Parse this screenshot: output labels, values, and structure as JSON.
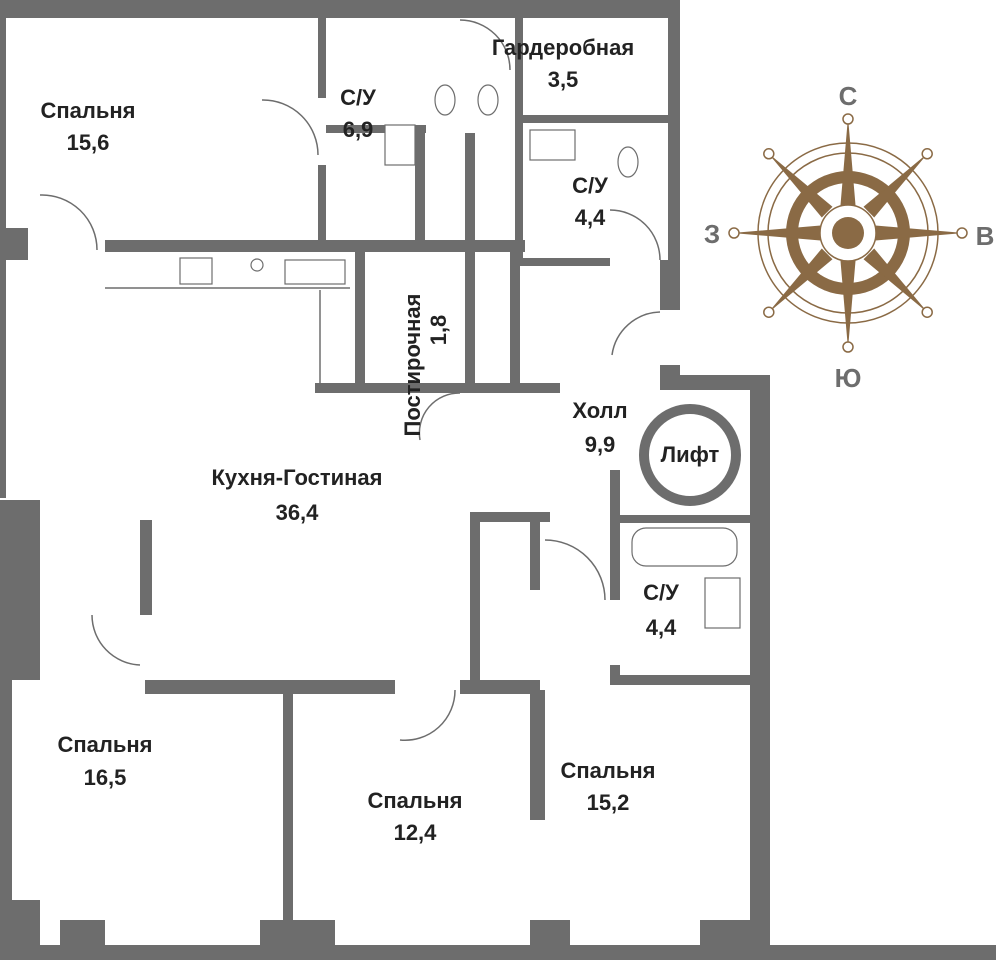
{
  "rooms": [
    {
      "name": "Спальня",
      "area": "15,6"
    },
    {
      "name": "С/У",
      "area": "6,9"
    },
    {
      "name": "Гардеробная",
      "area": "3,5"
    },
    {
      "name": "С/У",
      "area": "4,4"
    },
    {
      "name": "Постирочная",
      "area": "1,8"
    },
    {
      "name": "Холл",
      "area": "9,9"
    },
    {
      "name": "Лифт"
    },
    {
      "name": "Кухня-Гостиная",
      "area": "36,4"
    },
    {
      "name": "С/У",
      "area": "4,4"
    },
    {
      "name": "Спальня",
      "area": "16,5"
    },
    {
      "name": "Спальня",
      "area": "12,4"
    },
    {
      "name": "Спальня",
      "area": "15,2"
    }
  ],
  "compass": {
    "north": "С",
    "south": "Ю",
    "west": "З",
    "east": "В"
  },
  "colors": {
    "wall": "#6d6d6d",
    "compass": "#8a6a45"
  }
}
